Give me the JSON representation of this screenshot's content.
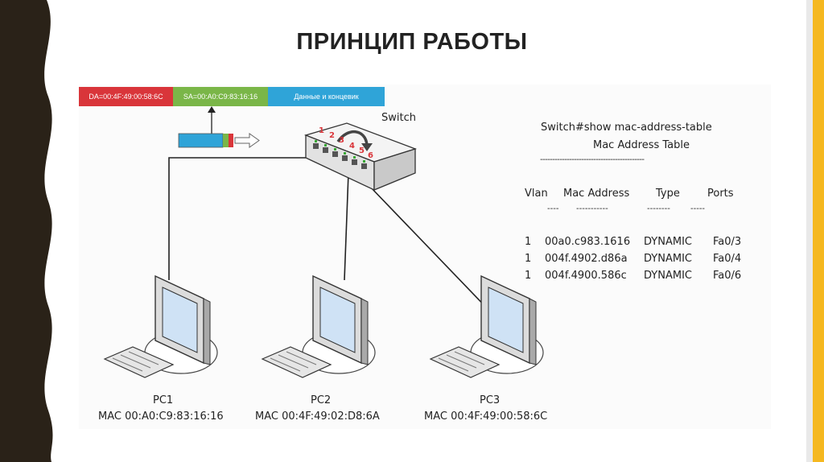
{
  "slide": {
    "title": "ПРИНЦИП РАБОТЫ"
  },
  "frame": {
    "da": "DA=00:4F:49:00:58:6C",
    "sa": "SA=00:A0:C9:83:16:16",
    "data": "Данные и концевик"
  },
  "switch": {
    "label": "Switch",
    "port_numbers": [
      "1",
      "2",
      "3",
      "4",
      "5",
      "6"
    ]
  },
  "pcs": [
    {
      "name": "PC1",
      "mac": "MAC 00:A0:C9:83:16:16"
    },
    {
      "name": "PC2",
      "mac": "MAC 00:4F:49:02:D8:6A"
    },
    {
      "name": "PC3",
      "mac": "MAC 00:4F:49:00:58:6C"
    }
  ],
  "mac_table": {
    "command": "Switch#show mac-address-table",
    "title": "Mac Address Table",
    "divider": "-------------------------------------------",
    "headers": [
      "Vlan",
      "Mac Address",
      "Type",
      "Ports"
    ],
    "header_dashes": [
      "----",
      "-----------",
      "--------",
      "-----"
    ],
    "rows": [
      [
        "1",
        "00a0.c983.1616",
        "DYNAMIC",
        "Fa0/3"
      ],
      [
        "1",
        "004f.4902.d86a",
        "DYNAMIC",
        "Fa0/4"
      ],
      [
        "1",
        "004f.4900.586c",
        "DYNAMIC",
        "Fa0/6"
      ]
    ]
  },
  "colors": {
    "da": "#d9353a",
    "sa": "#7ab648",
    "data": "#2fa4d8",
    "accent": "#f5b820",
    "border": "#2a2218"
  }
}
